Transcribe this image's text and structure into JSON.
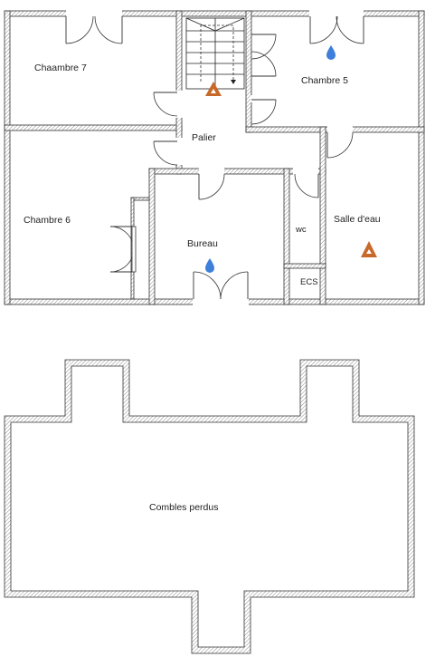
{
  "upper_floor": {
    "rooms": {
      "chambre7": "Chaambre 7",
      "chambre5": "Chambre 5",
      "palier": "Palier",
      "chambre6": "Chambre 6",
      "bureau": "Bureau",
      "wc": "wc",
      "salle_deau": "Salle d'eau",
      "ecs": "ECS"
    }
  },
  "attic": {
    "label": "Combles perdus"
  },
  "colors": {
    "wall_outline": "#333333",
    "hatch": "#888888",
    "water_drop": "#3d7fd9",
    "warning_marker": "#c8692a"
  },
  "icons": [
    "water-drop-icon",
    "gas-warning-icon",
    "staircase"
  ]
}
